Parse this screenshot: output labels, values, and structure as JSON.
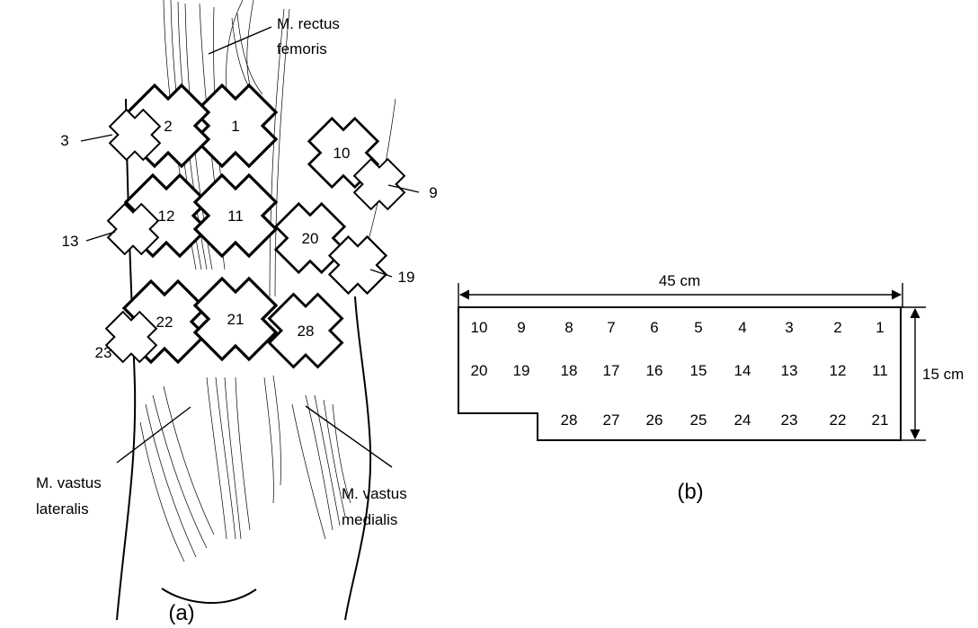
{
  "panel_a": {
    "caption": "(a)",
    "muscles": {
      "rectus_femoris": [
        "M. rectus",
        "femoris"
      ],
      "vastus_lateralis": [
        "M. vastus",
        "lateralis"
      ],
      "vastus_medialis": [
        "M. vastus",
        "medialis"
      ]
    },
    "electrodes": [
      {
        "id": "1",
        "shown": "1"
      },
      {
        "id": "2",
        "shown": "2"
      },
      {
        "id": "3",
        "shown": "3"
      },
      {
        "id": "9",
        "shown": "9"
      },
      {
        "id": "10",
        "shown": "10"
      },
      {
        "id": "11",
        "shown": "11"
      },
      {
        "id": "12",
        "shown": "12"
      },
      {
        "id": "13",
        "shown": "13"
      },
      {
        "id": "19",
        "shown": "19"
      },
      {
        "id": "20",
        "shown": "20"
      },
      {
        "id": "21",
        "shown": "21"
      },
      {
        "id": "22",
        "shown": "22"
      },
      {
        "id": "23",
        "shown": "23"
      },
      {
        "id": "28",
        "shown": "28"
      }
    ]
  },
  "panel_b": {
    "caption": "(b)",
    "width_label": "45 cm",
    "height_label": "15 cm",
    "rows": [
      [
        "10",
        "9",
        "8",
        "7",
        "6",
        "5",
        "4",
        "3",
        "2",
        "1"
      ],
      [
        "20",
        "19",
        "18",
        "17",
        "16",
        "15",
        "14",
        "13",
        "12",
        "11"
      ],
      [
        "28",
        "27",
        "26",
        "25",
        "24",
        "23",
        "22",
        "21"
      ]
    ]
  }
}
